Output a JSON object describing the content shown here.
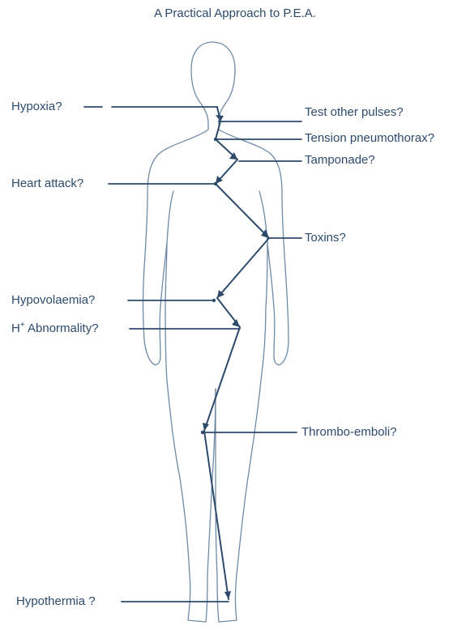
{
  "title": "A Practical Approach to P.E.A.",
  "labels": {
    "hypoxia": "Hypoxia?",
    "test_pulses": "Test other pulses?",
    "tension": "Tension pneumothorax?",
    "tamponade": "Tamponade?",
    "heart_attack": "Heart attack?",
    "toxins": "Toxins?",
    "hypovolaemia": "Hypovolaemia?",
    "h_prefix": "H",
    "h_sup": "+",
    "h_rest": " Abnormality?",
    "thrombo": "Thrombo-emboli?",
    "hypothermia": "Hypothermia ?"
  },
  "colors": {
    "ink": "#2d4a6b",
    "outline": "#5a7a9a"
  }
}
